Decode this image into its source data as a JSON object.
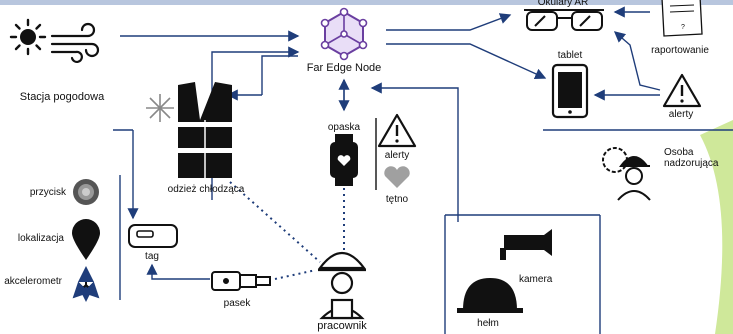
{
  "colors": {
    "arrow": "#1f3d7a",
    "node": "#6a3fa0",
    "accent_green": "#cfe89a",
    "gray": "#9a9a9a"
  },
  "nodes": {
    "hub": "Far Edge Node",
    "weather": "Stacja pogodowa",
    "ar_glasses": "Okulary AR",
    "tablet": "tablet",
    "reporting": "raportowanie",
    "alerts_right": "alerty",
    "supervisor": "Osoba\nnadzorująca",
    "wristband": "opaska",
    "alerts_band": "alerty",
    "heart_rate": "tętno",
    "cooling_clothes": "odzież chłodząca",
    "button": "przycisk",
    "location": "lokalizacja",
    "accelerometer": "akcelerometr",
    "tag": "tag",
    "belt": "pasek",
    "worker": "pracownik",
    "camera": "kamera",
    "helmet": "hełm",
    "report_mark": "?"
  },
  "icons": [
    "sun-icon",
    "wind-icon",
    "hub-icon",
    "ar-glasses-icon",
    "report-icon",
    "tablet-icon",
    "warning-icon",
    "supervisor-icon",
    "vest-icon",
    "snowflake-icon",
    "smartwatch-icon",
    "heart-icon",
    "button-icon",
    "location-pin-icon",
    "accelerometer-icon",
    "tag-icon",
    "belt-icon",
    "worker-icon",
    "camera-icon",
    "helmet-icon"
  ]
}
